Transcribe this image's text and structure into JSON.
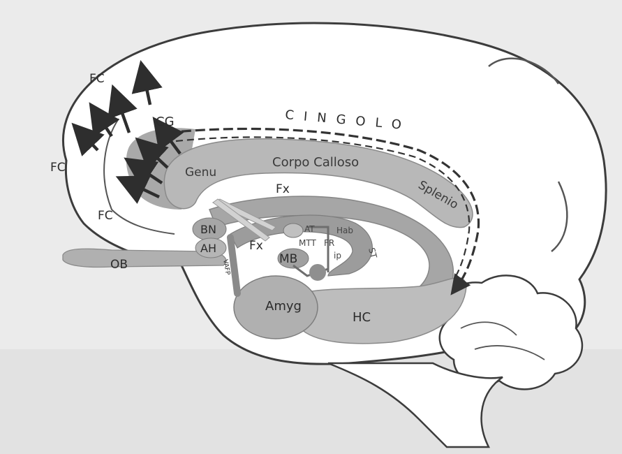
{
  "labels": {
    "fc_top": "FC",
    "fc_left": "FC",
    "fc_bottom": "FC",
    "cg": "CG",
    "cingolo": "CINGOLO",
    "genu": "Genu",
    "corpo_calloso": "Corpo Calloso",
    "splenio": "Splenio",
    "fx_upper": "Fx",
    "fx_lower": "Fx",
    "bn": "BN",
    "ah": "AH",
    "ob": "OB",
    "at": "AT",
    "hab": "Hab",
    "mtt": "MTT",
    "fr": "FR",
    "ip": "ip",
    "st": "ST",
    "vafp": "VAFP",
    "mb": "MB",
    "amyg": "Amyg",
    "hc": "HC"
  },
  "colors": {
    "background": "#ebebeb",
    "brain_fill": "#ffffff",
    "outline": "#3c3c3c",
    "structure_gray": "#b3b3b3",
    "structure_dark": "#8f8f8f",
    "arrow": "#2e2e2e"
  }
}
